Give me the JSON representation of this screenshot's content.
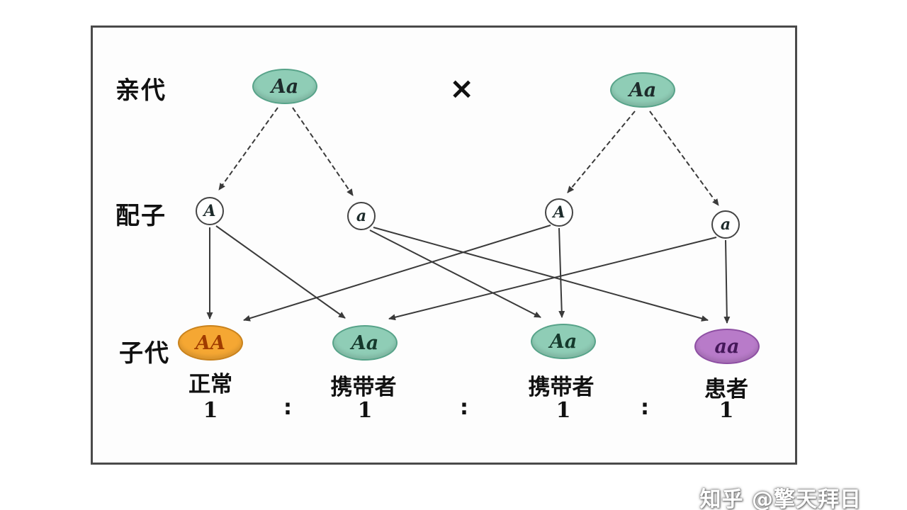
{
  "watermark": {
    "text": "知乎 @擎天拜日"
  },
  "diagram": {
    "row_labels": {
      "parents": "亲代",
      "gametes": "配子",
      "offspring": "子代"
    },
    "cross_symbol": "×",
    "parents": [
      {
        "genotype": "Aa"
      },
      {
        "genotype": "Aa"
      }
    ],
    "gametes": [
      {
        "allele": "A"
      },
      {
        "allele": "a"
      },
      {
        "allele": "A"
      },
      {
        "allele": "a"
      }
    ],
    "offspring": [
      {
        "genotype": "AA",
        "phenotype": "正常",
        "ratio": "1",
        "fill": "#f5a733",
        "border": "#c9821c",
        "text_color": "#a03c00"
      },
      {
        "genotype": "Aa",
        "phenotype": "携带者",
        "ratio": "1",
        "fill": "#8fcdb6",
        "border": "#57a389",
        "text_color": "#15392c"
      },
      {
        "genotype": "Aa",
        "phenotype": "携带者",
        "ratio": "1",
        "fill": "#8fcdb6",
        "border": "#57a389",
        "text_color": "#15392c"
      },
      {
        "genotype": "aa",
        "phenotype": "患者",
        "ratio": "1",
        "fill": "#b87bc9",
        "border": "#8e4fa3",
        "text_color": "#45185a"
      }
    ],
    "ratio_separators": [
      ":",
      ":",
      ":"
    ],
    "colors": {
      "parent_fill": "#8fcdb6",
      "parent_border": "#57a389",
      "arrow": "#3a3a3a"
    }
  }
}
